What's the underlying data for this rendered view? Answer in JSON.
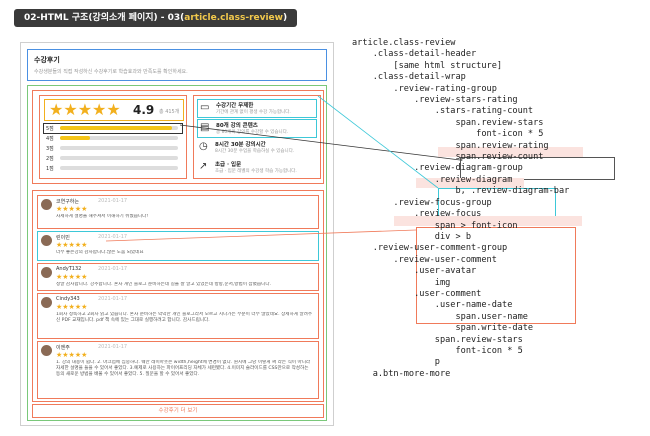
{
  "header": {
    "title_prefix": "02-HTML 구조(강의소개 페이지) - 03(",
    "title_highlight": "article.class-review",
    "title_suffix": ")"
  },
  "mockup": {
    "section_title": "수강후기",
    "section_desc": "수강생분들의 직접 작성하신 수강후기로 학습효과와 만족도를 확인하세요.",
    "rating": {
      "score": "4.9",
      "count": "총 415개",
      "bars": [
        {
          "label": "5점",
          "fill": 0.95
        },
        {
          "label": "4점",
          "fill": 0.25
        },
        {
          "label": "3점",
          "fill": 0.0
        },
        {
          "label": "2점",
          "fill": 0.0
        },
        {
          "label": "1점",
          "fill": 0.0
        }
      ]
    },
    "focus": [
      {
        "title": "수강기간 무제한",
        "desc": "기간에 관계 없이 평생 수강 가능합니다."
      },
      {
        "title": "80개 강의 콘텐츠",
        "desc": "총 80개의 강의를 수강할 수 있습니다."
      },
      {
        "title": "8시간 30분 강의시간",
        "desc": "8시간 30분 수업을 학습하실 수 있습니다."
      },
      {
        "title": "초급 · 입문",
        "desc": "초급 · 입문 레벨의 수강생 학습 가능합니다."
      }
    ],
    "comments": [
      {
        "user": "코연구하는",
        "date": "2021-01-17",
        "text": "자세하게 설명을 해주셔서 이해하기 쉬웠습니다!"
      },
      {
        "user": "린이민",
        "date": "2021-01-17",
        "text": "너무 좋은강의 감사합니다.많은 도움 되었네요"
      },
      {
        "user": "AndyT132",
        "date": "2021-01-17",
        "text": "정말 감사합니다. 강추합니다. 혼자 개인 블로그 준비하는데 길을 잘 알고 있었는데 방향,순서,방법이 잡혔습니다."
      },
      {
        "user": "Cindy343",
        "date": "2021-01-17",
        "text": "1회차 정독하고 2회차 읽고 있습니다. 혼자 준비하는 막막한 개인 블로그라서 모르고 지나가는 부분이 너무 많았네요. 상세하게 알려주신 PDF 교재입니다. pdf 책 속에 있는 그대로 실행하려고 합니다. 감사드립니다."
      },
      {
        "user": "이엔주",
        "date": "2021-01-17",
        "text": "1. 강의 내용이 쉽다. 2. 마크업에 집중하다. 웨만 레이아웃은 width,height에 변경이 없다. 원지에 그냥 이렇게 써 라는 식이 아니라 자세한 설명을 들을 수 있어서 좋았다. 3.예제로 사용하는 파이어프리딩 자체가 세련됐다. 4.이미지 슬라이드를 CSS만으로 작성하는 등의 새로운 방법을 배울 수 있어서 좋았다. 5. 질문을 할 수 있어서 좋았다."
      }
    ],
    "more_button": "수강후기 더 보기"
  },
  "structure": [
    "article.class-review",
    "    .class-detail-header",
    "        [same html structure]",
    "    .class-detail-wrap",
    "        .review-rating-group",
    "            .review-stars-rating",
    "                .stars-rating-count",
    "                    span.review-stars",
    "                        font-icon * 5",
    "                    span.review-rating",
    "                    span.review-count",
    "            .review-diagram-group",
    "                .review-diagram",
    "                    b, .review-diagram-bar",
    "        .review-focus-group",
    "            .review-focus",
    "                span > font-icon",
    "                div > b",
    "    .review-user-comment-group",
    "        .review-user-comment",
    "            .user-avatar",
    "                img",
    "            .user-comment",
    "                .user-name-date",
    "                    span.user-name",
    "                    span.write-date",
    "                span.review-stars",
    "                    font-icon * 5",
    "                p",
    "    a.btn-more-more"
  ],
  "colors": {
    "blue": "#4a90e2",
    "green": "#7ac87a",
    "red": "#f07a5a",
    "cyan": "#3dc8d8",
    "star": "#f2b01e"
  }
}
